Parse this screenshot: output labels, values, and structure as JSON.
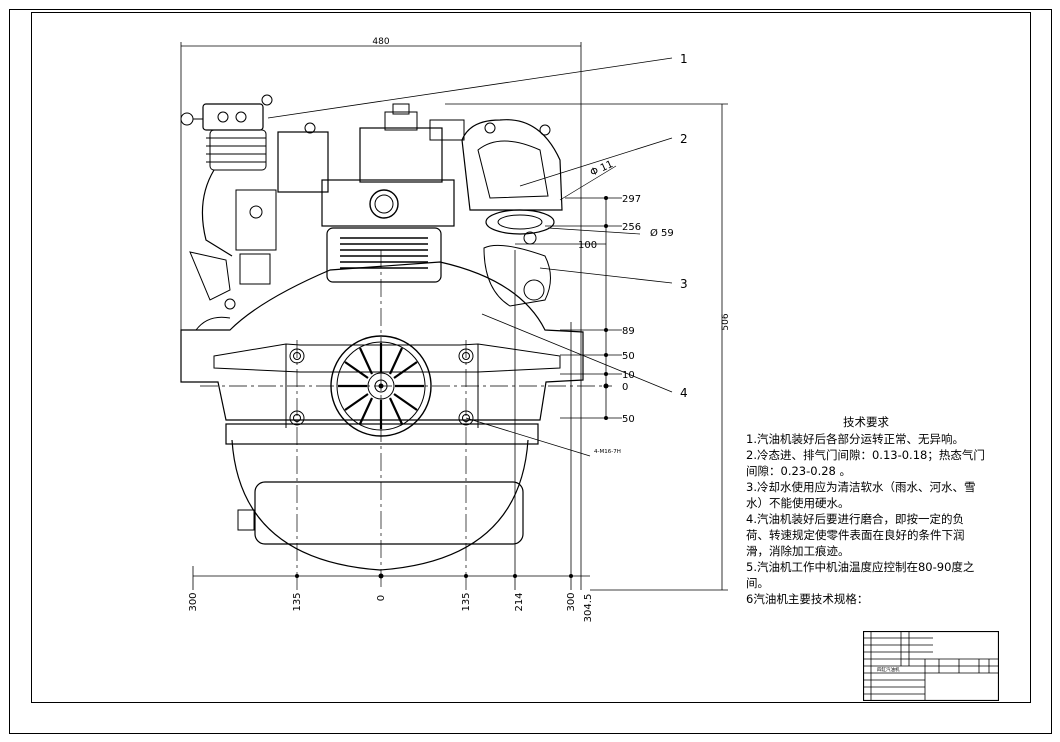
{
  "dimensions": {
    "overall_width": "480",
    "overall_height": "506",
    "horizontal": [
      "300",
      "135",
      "0",
      "135",
      "214",
      "300",
      "304.5"
    ],
    "vertical": [
      "297",
      "256",
      "89",
      "50",
      "10",
      "0",
      "50"
    ],
    "offset": "100",
    "diameter_small": "Φ 11",
    "diameter_large": "Ø 59",
    "hole_callout": "4-M16-7H"
  },
  "callouts": [
    "1",
    "2",
    "3",
    "4"
  ],
  "notes": {
    "title": "技术要求",
    "items": [
      "1.汽油机装好后各部分运转正常、无异响。",
      "2.冷态进、排气门间隙：0.13-0.18；热态气门间隙：0.23-0.28 。",
      "3.冷却水使用应为清洁软水（雨水、河水、雪水）不能使用硬水。",
      "4.汽油机装好后要进行磨合，即按一定的负荷、转速规定使零件表面在良好的条件下润滑，消除加工痕迹。",
      "5.汽油机工作中机油温度应控制在80-90度之间。",
      "6汽油机主要技术规格："
    ]
  },
  "title_block": {
    "name": "四缸汽油机"
  }
}
